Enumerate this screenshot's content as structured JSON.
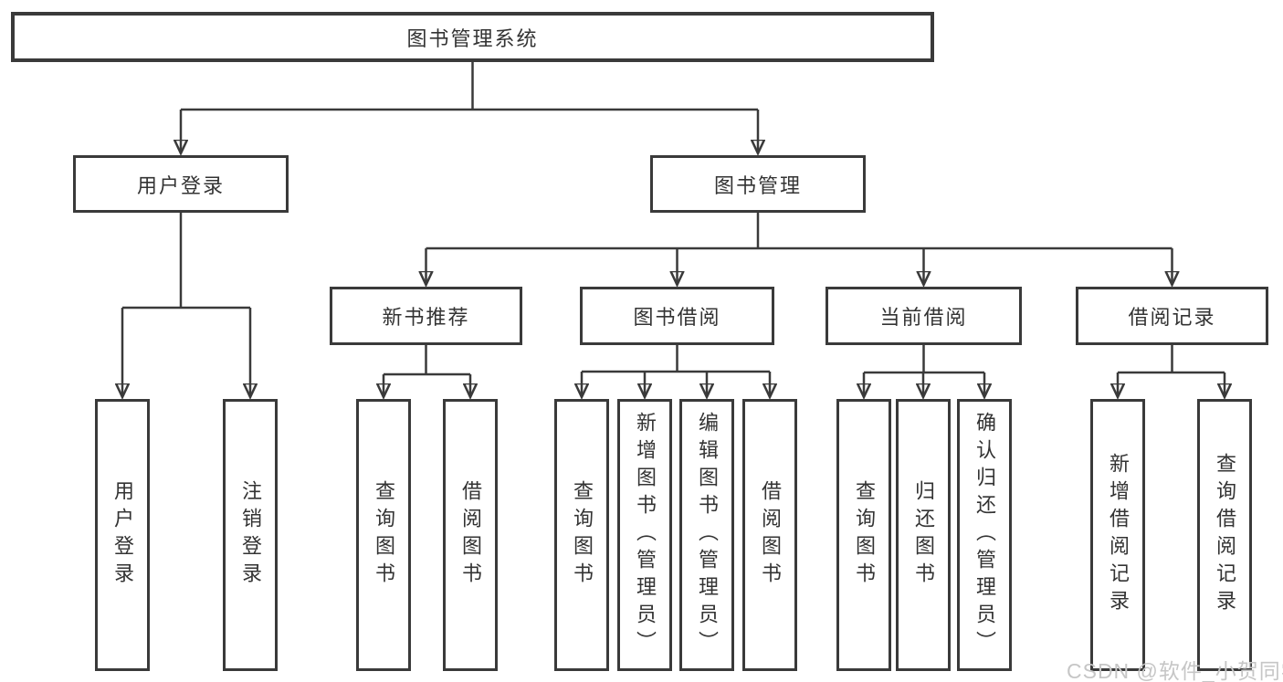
{
  "tree": {
    "root": {
      "label": "图书管理系统"
    },
    "branches": [
      {
        "label": "用户登录",
        "children": [
          {
            "label": "用户登录"
          },
          {
            "label": "注销登录"
          }
        ]
      },
      {
        "label": "图书管理",
        "children": [
          {
            "label": "新书推荐",
            "children": [
              {
                "label": "查询图书"
              },
              {
                "label": "借阅图书"
              }
            ]
          },
          {
            "label": "图书借阅",
            "children": [
              {
                "label": "查询图书"
              },
              {
                "label": "新增图书（管理员）"
              },
              {
                "label": "编辑图书（管理员）"
              },
              {
                "label": "借阅图书"
              }
            ]
          },
          {
            "label": "当前借阅",
            "children": [
              {
                "label": "查询图书"
              },
              {
                "label": "归还图书"
              },
              {
                "label": "确认归还（管理员）"
              }
            ]
          },
          {
            "label": "借阅记录",
            "children": [
              {
                "label": "新增借阅记录"
              },
              {
                "label": "查询借阅记录"
              }
            ]
          }
        ]
      }
    ]
  },
  "watermark": {
    "text": "CSDN @软件_小贺同学"
  },
  "colors": {
    "line": "#3a3a3a",
    "text": "#333333",
    "watermark": "#c6c6c6",
    "background": "#ffffff"
  }
}
